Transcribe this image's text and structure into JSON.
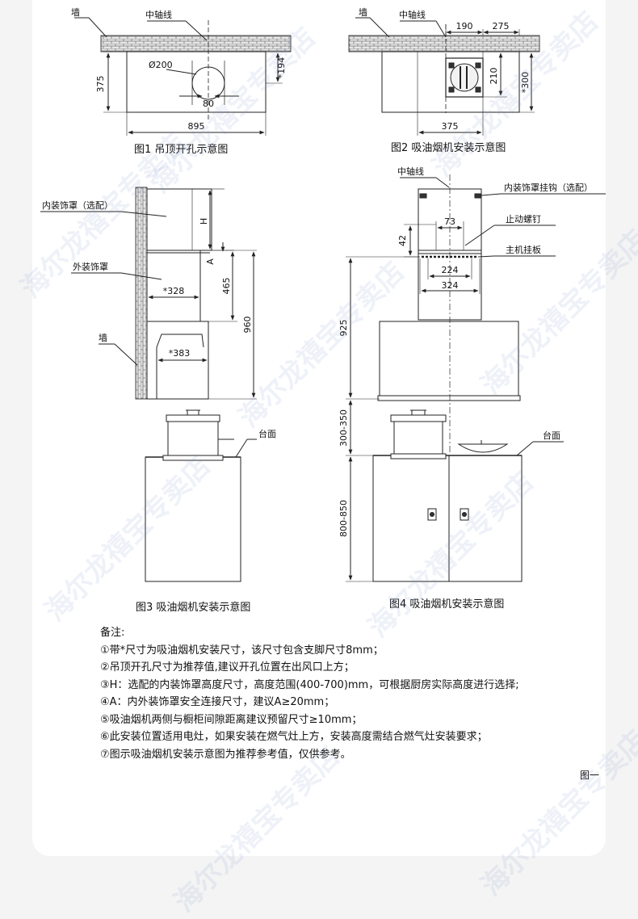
{
  "labels": {
    "wall": "墙",
    "center_axis": "中轴线",
    "inner_cover_optional": "内装饰罩（选配）",
    "outer_cover": "外装饰罩",
    "inner_hook_optional": "内装饰罩挂钩（选配）",
    "stop_screw": "止动螺钉",
    "main_plate": "主机挂板",
    "countertop": "台面",
    "H": "H",
    "A": "A"
  },
  "dims": {
    "f1_dia": "Ø200",
    "f1_375": "375",
    "f1_194": "*194",
    "f1_80": "80",
    "f1_895": "895",
    "f2_190": "190",
    "f2_275": "275",
    "f2_300": "*300",
    "f2_210": "210",
    "f2_375": "375",
    "f3_328": "*328",
    "f3_465": "465",
    "f3_960": "960",
    "f3_383": "*383",
    "f4_73": "73",
    "f4_42": "42",
    "f4_224": "224",
    "f4_324": "324",
    "f4_925": "925",
    "f4_300_350": "300-350",
    "f4_800_850": "800-850"
  },
  "captions": {
    "fig1": "图1 吊顶开孔示意图",
    "fig2": "图2 吸油烟机安装示意图",
    "fig3": "图3 吸油烟机安装示意图",
    "fig4": "图4 吸油烟机安装示意图"
  },
  "notes": {
    "title": "备注:",
    "items": [
      "①带*尺寸为吸油烟机安装尺寸，该尺寸包含支脚尺寸8mm；",
      "②吊顶开孔尺寸为推荐值,建议开孔位置在出风口上方；",
      "③H：选配的内装饰罩高度尺寸，高度范围(400-700)mm，可根据厨房实际高度进行选择;",
      "④A：内外装饰罩安全连接尺寸，建议A≥20mm；",
      "⑤吸油烟机两侧与橱柜间隙距离建议预留尺寸≥10mm；",
      "⑥此安装位置适用电灶，如果安装在燃气灶上方，安装高度需结合燃气灶安装要求；",
      "⑦图示吸油烟机安装示意图为推荐参考值，仅供参考。"
    ]
  },
  "figure_ref": "图一",
  "watermark": "海尔龙禧宝专卖店",
  "colors": {
    "line": "#222222",
    "brick": "#8a8a8a",
    "watermark": "#7896c8"
  }
}
